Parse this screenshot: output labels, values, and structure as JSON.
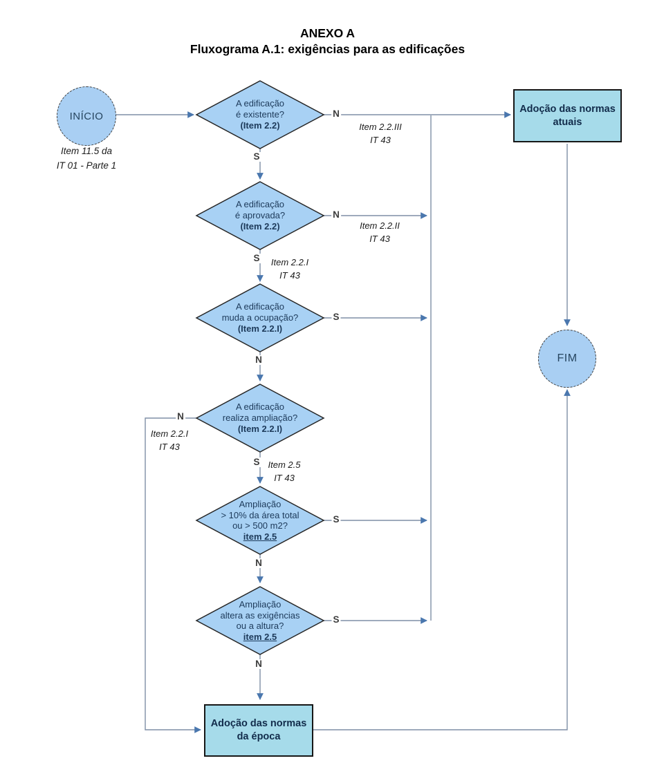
{
  "title": {
    "line1": "ANEXO A",
    "line2": "Fluxograma A.1: exigências para as edificações"
  },
  "nodes": {
    "start": {
      "label": "INÍCIO",
      "note1": "Item 11.5 da",
      "note2": "IT 01 - Parte 1"
    },
    "d1": {
      "line1": "A edificação",
      "line2": "é existente?",
      "line3": "(Item 2.2)"
    },
    "box_normas_atuais": {
      "line1": "Adoção das normas",
      "line2": "atuais"
    },
    "d2": {
      "line1": "A edificação",
      "line2": "é aprovada?",
      "line3": "(Item 2.2)"
    },
    "d3": {
      "line1": "A edificação",
      "line2": "muda a ocupação?",
      "line3": "(Item 2.2.I)"
    },
    "d4": {
      "line1": "A edificação",
      "line2": "realiza ampliação?",
      "line3": "(Item 2.2.I)"
    },
    "d5": {
      "line1": "Ampliação",
      "line2": "> 10% da área total",
      "line3": "ou > 500 m2?",
      "line4": "item 2.5"
    },
    "d6": {
      "line1": "Ampliação",
      "line2": "altera as exigências",
      "line3": "ou a altura?",
      "line4": "item 2.5"
    },
    "box_normas_epoca": {
      "line1": "Adoção das normas",
      "line2": "da época"
    },
    "end": {
      "label": "FIM"
    }
  },
  "edge_labels": {
    "d1_no": "N",
    "d1_no_ref1": "Item 2.2.III",
    "d1_no_ref2": "IT 43",
    "d1_yes": "S",
    "d2_no": "N",
    "d2_no_ref1": "Item 2.2.II",
    "d2_no_ref2": "IT 43",
    "d2_yes": "S",
    "d2_yes_ref1": "Item 2.2.I",
    "d2_yes_ref2": "IT 43",
    "d3_yes": "S",
    "d3_no": "N",
    "d4_no": "N",
    "d4_no_ref1": "Item 2.2.I",
    "d4_no_ref2": "IT 43",
    "d4_yes": "S",
    "d4_yes_ref1": "Item 2.5",
    "d4_yes_ref2": "IT 43",
    "d5_yes": "S",
    "d5_no": "N",
    "d6_yes": "S",
    "d6_no": "N"
  },
  "colors": {
    "diamond_fill": "#a8d1f4",
    "circle_fill": "#a9cff3",
    "box_fill": "#a6dbea",
    "connector": "#7e8ea5",
    "arrowhead": "#4a77ae",
    "diamond_text": "#1d3a5a",
    "box_text": "#122c4b"
  }
}
